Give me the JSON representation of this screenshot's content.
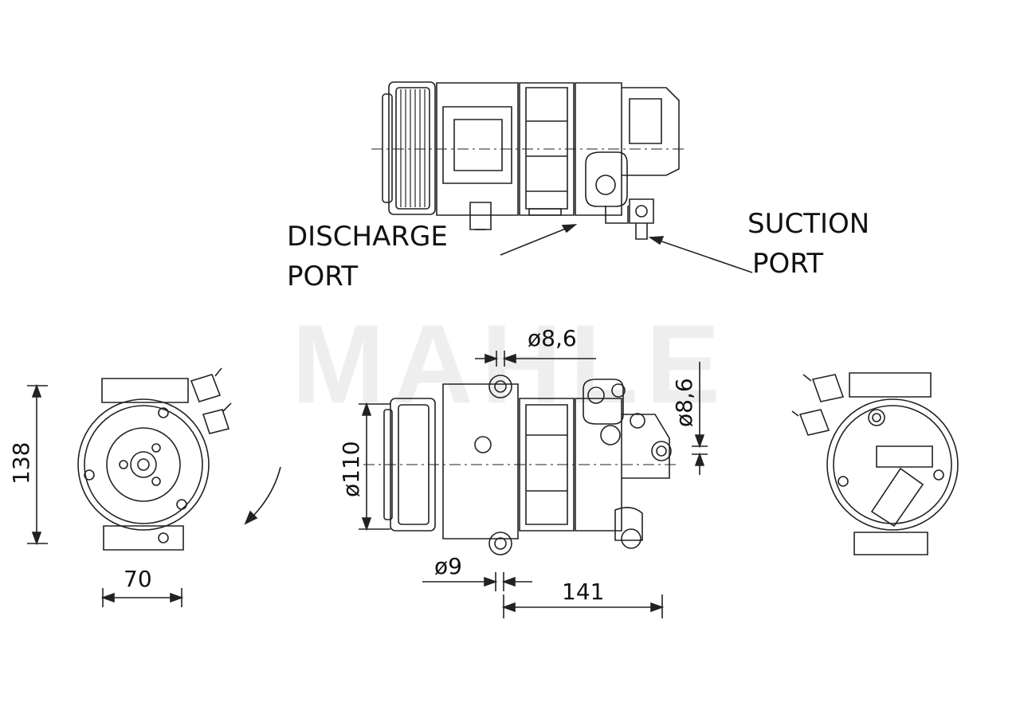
{
  "watermark": "MAHLE",
  "labels": {
    "discharge_line1": "DISCHARGE",
    "discharge_line2": "PORT",
    "suction_line1": "SUCTION",
    "suction_line2": "PORT"
  },
  "dimensions": {
    "height": "138",
    "width": "70",
    "pulley_diameter": "ø110",
    "hole_top": "ø8,6",
    "hole_side": "ø8,6",
    "hole_bottom": "ø9",
    "length": "141"
  }
}
